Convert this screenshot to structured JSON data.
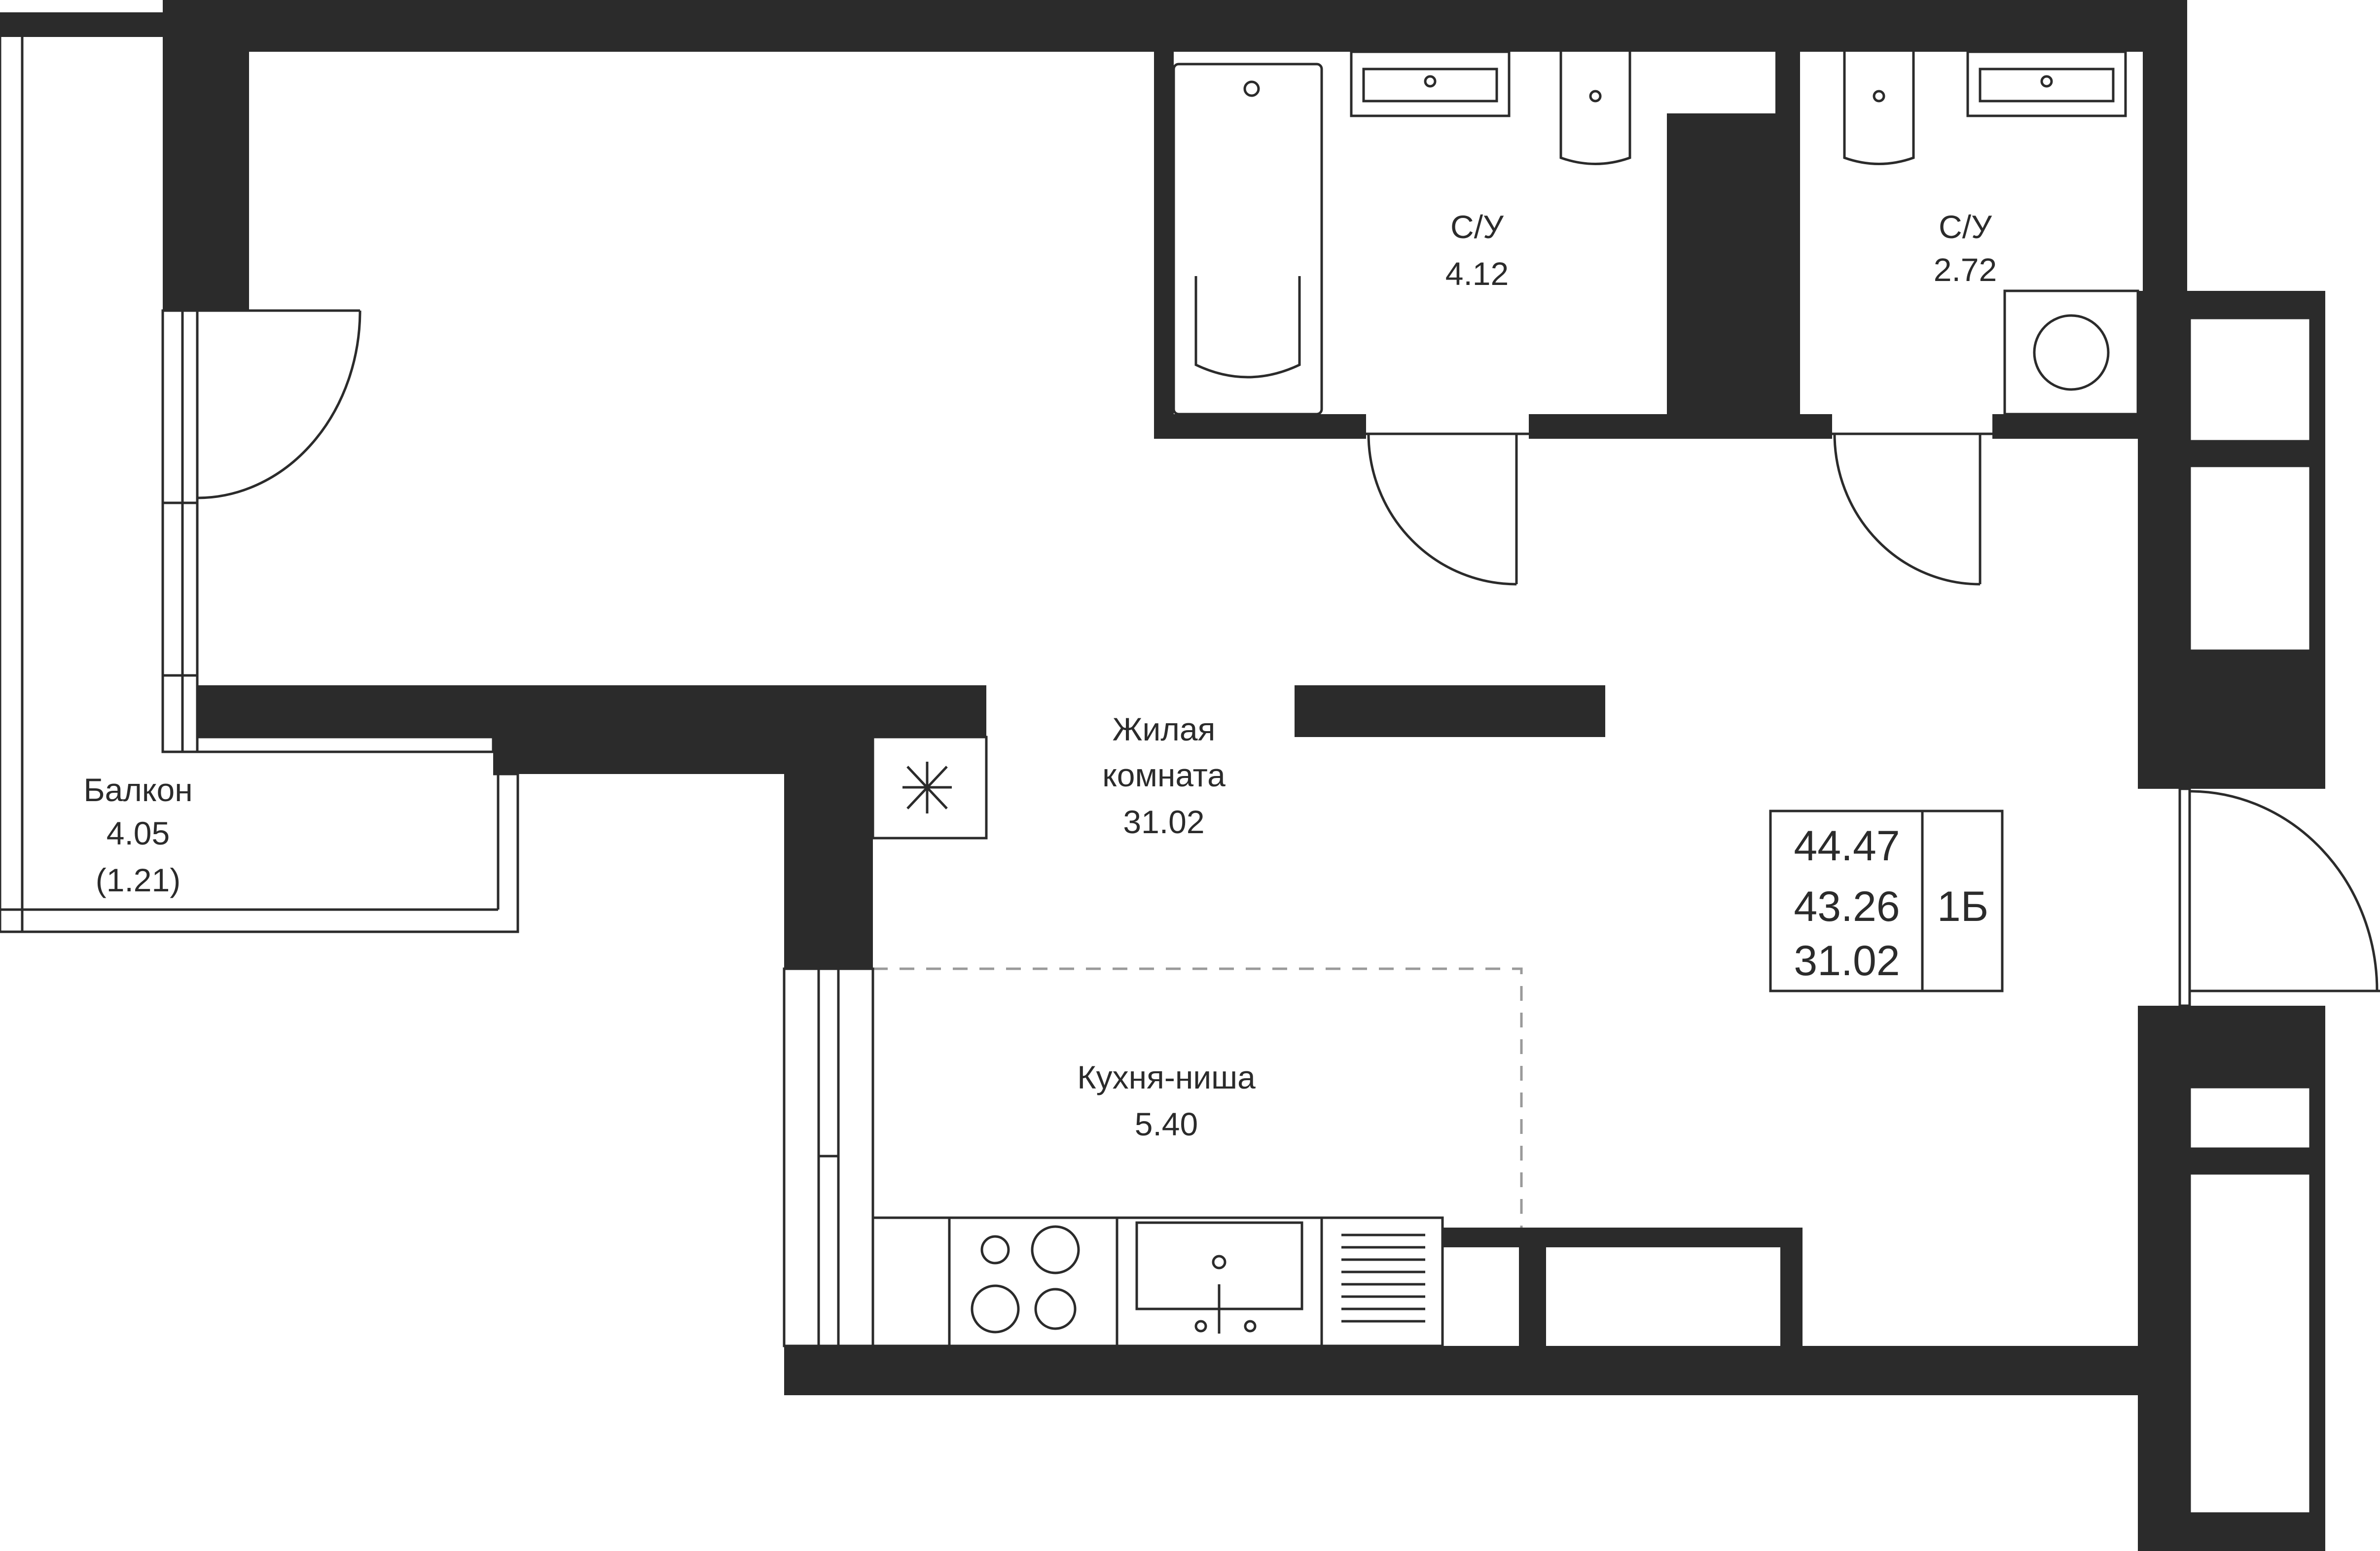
{
  "rooms": {
    "bathroom_1": {
      "name": "С/У",
      "area": "4.12"
    },
    "bathroom_2": {
      "name": "С/У",
      "area": "2.72"
    },
    "living": {
      "name_line1": "Жилая",
      "name_line2": "комната",
      "area": "31.02"
    },
    "balcony": {
      "name": "Балкон",
      "area": "4.05",
      "area_reduced": "(1.21)"
    },
    "kitchen": {
      "name": "Кухня-ниша",
      "area": "5.40"
    }
  },
  "summary": {
    "total_area": "44.47",
    "area_without_balcony": "43.26",
    "living_area": "31.02",
    "apartment_type": "1Б"
  },
  "colors": {
    "wall": "#2b2b2b",
    "background": "#ffffff",
    "zone_line": "#9a9a9a"
  }
}
